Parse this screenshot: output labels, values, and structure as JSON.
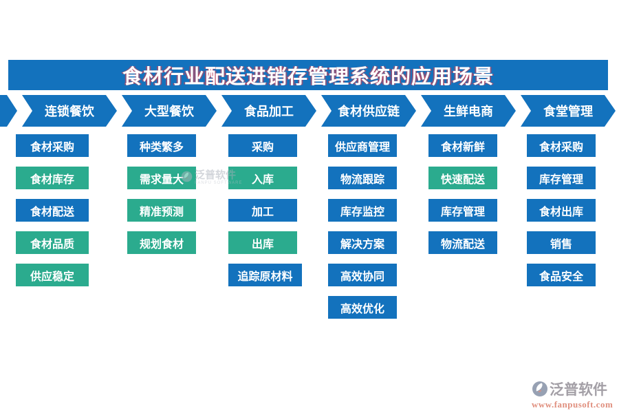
{
  "title": "食材行业配送进销存管理系统的应用场景",
  "colors": {
    "blue": "#1372BD",
    "green": "#2BAB8E"
  },
  "columns": [
    {
      "header": "连锁餐饮",
      "items": [
        {
          "label": "食材采购",
          "color": "blue"
        },
        {
          "label": "食材库存",
          "color": "green"
        },
        {
          "label": "食材配送",
          "color": "blue"
        },
        {
          "label": "食材品质",
          "color": "green"
        },
        {
          "label": "供应稳定",
          "color": "green"
        }
      ]
    },
    {
      "header": "大型餐饮",
      "items": [
        {
          "label": "种类繁多",
          "color": "blue"
        },
        {
          "label": "需求量大",
          "color": "green"
        },
        {
          "label": "精准预测",
          "color": "green"
        },
        {
          "label": "规划食材",
          "color": "green"
        }
      ]
    },
    {
      "header": "食品加工",
      "items": [
        {
          "label": "采购",
          "color": "blue"
        },
        {
          "label": "入库",
          "color": "green"
        },
        {
          "label": "加工",
          "color": "blue"
        },
        {
          "label": "出库",
          "color": "green"
        },
        {
          "label": "追踪原材料",
          "color": "blue",
          "wide": true
        }
      ]
    },
    {
      "header": "食材供应链",
      "items": [
        {
          "label": "供应商管理",
          "color": "blue"
        },
        {
          "label": "物流跟踪",
          "color": "blue"
        },
        {
          "label": "库存监控",
          "color": "blue"
        },
        {
          "label": "解决方案",
          "color": "blue"
        },
        {
          "label": "高效协同",
          "color": "blue"
        },
        {
          "label": "高效优化",
          "color": "blue"
        }
      ]
    },
    {
      "header": "生鲜电商",
      "items": [
        {
          "label": "食材新鲜",
          "color": "blue"
        },
        {
          "label": "快速配送",
          "color": "green"
        },
        {
          "label": "库存管理",
          "color": "blue"
        },
        {
          "label": "物流配送",
          "color": "blue"
        }
      ]
    },
    {
      "header": "食堂管理",
      "items": [
        {
          "label": "食材采购",
          "color": "blue"
        },
        {
          "label": "库存管理",
          "color": "blue"
        },
        {
          "label": "食材出库",
          "color": "blue"
        },
        {
          "label": "销售",
          "color": "blue"
        },
        {
          "label": "食品安全",
          "color": "blue"
        }
      ]
    }
  ],
  "watermark": {
    "brand": "泛普软件",
    "url": "www.fanpusoft.com"
  },
  "faint_watermark": {
    "brand": "泛普软件",
    "caption": "FANPU SOFTWARE"
  }
}
